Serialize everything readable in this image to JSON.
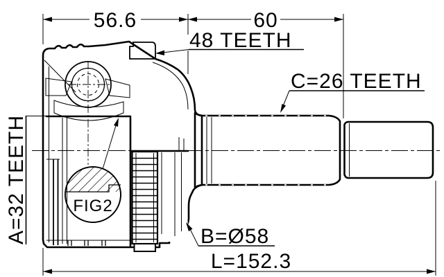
{
  "annotations": {
    "dim_top_left": "56.6",
    "dim_top_right": "60",
    "outer_spline_label": "48 TEETH",
    "shaft_spline_label": "C=26 TEETH",
    "inner_spline_label": "A=32 TEETH",
    "body_diameter_label": "B=Ø58",
    "overall_length_label": "L=152.3",
    "figure_reference": "FIG2"
  },
  "colors": {
    "ink": "#000000",
    "background": "#ffffff"
  }
}
